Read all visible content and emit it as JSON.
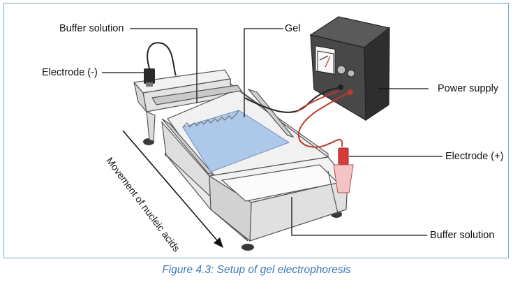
{
  "labels": {
    "buffer_top": "Buffer solution",
    "gel": "Gel",
    "electrode_neg": "Electrode (-)",
    "power_supply": "Power supply",
    "electrode_pos": "Electrode (+)",
    "buffer_bottom": "Buffer solution",
    "movement": "Movement of nucleic acids"
  },
  "caption": "Figure 4.3: Setup of gel electrophoresis",
  "colors": {
    "frame": "#6fa8d6",
    "caption": "#3a78b8",
    "gel": "#aec8ea",
    "tank": "#ebeaea",
    "power_supply": "#3b3b3b",
    "red_electrode": "#d93a3a"
  }
}
